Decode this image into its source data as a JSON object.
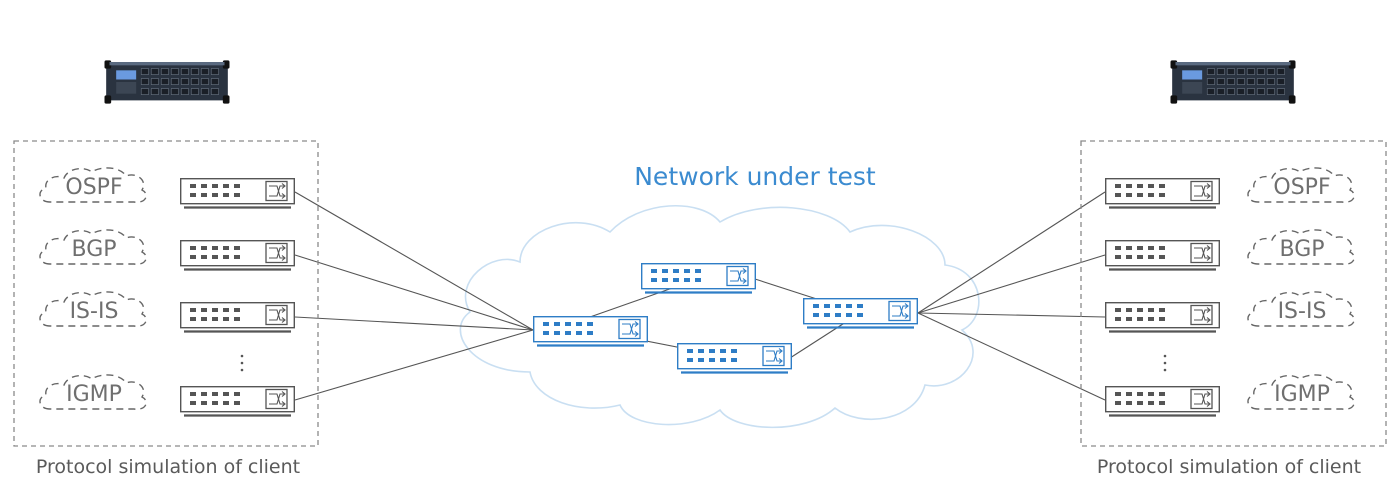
{
  "title": "Network under test",
  "left_group": {
    "caption": "Protocol simulation of client",
    "protocols": [
      "OSPF",
      "BGP",
      "IS-IS",
      "IGMP"
    ]
  },
  "right_group": {
    "caption": "Protocol simulation of client",
    "protocols": [
      "OSPF",
      "BGP",
      "IS-IS",
      "IGMP"
    ]
  },
  "colors": {
    "title": "#3b8bd0",
    "switch_gray": "#555555",
    "switch_blue": "#2e7dc6",
    "cloud": "#c9dff2",
    "box_dash": "#8a8a8a"
  },
  "icons": [
    "tester-device-icon",
    "switch-icon",
    "cloud-icon",
    "protocol-cloud-icon"
  ]
}
